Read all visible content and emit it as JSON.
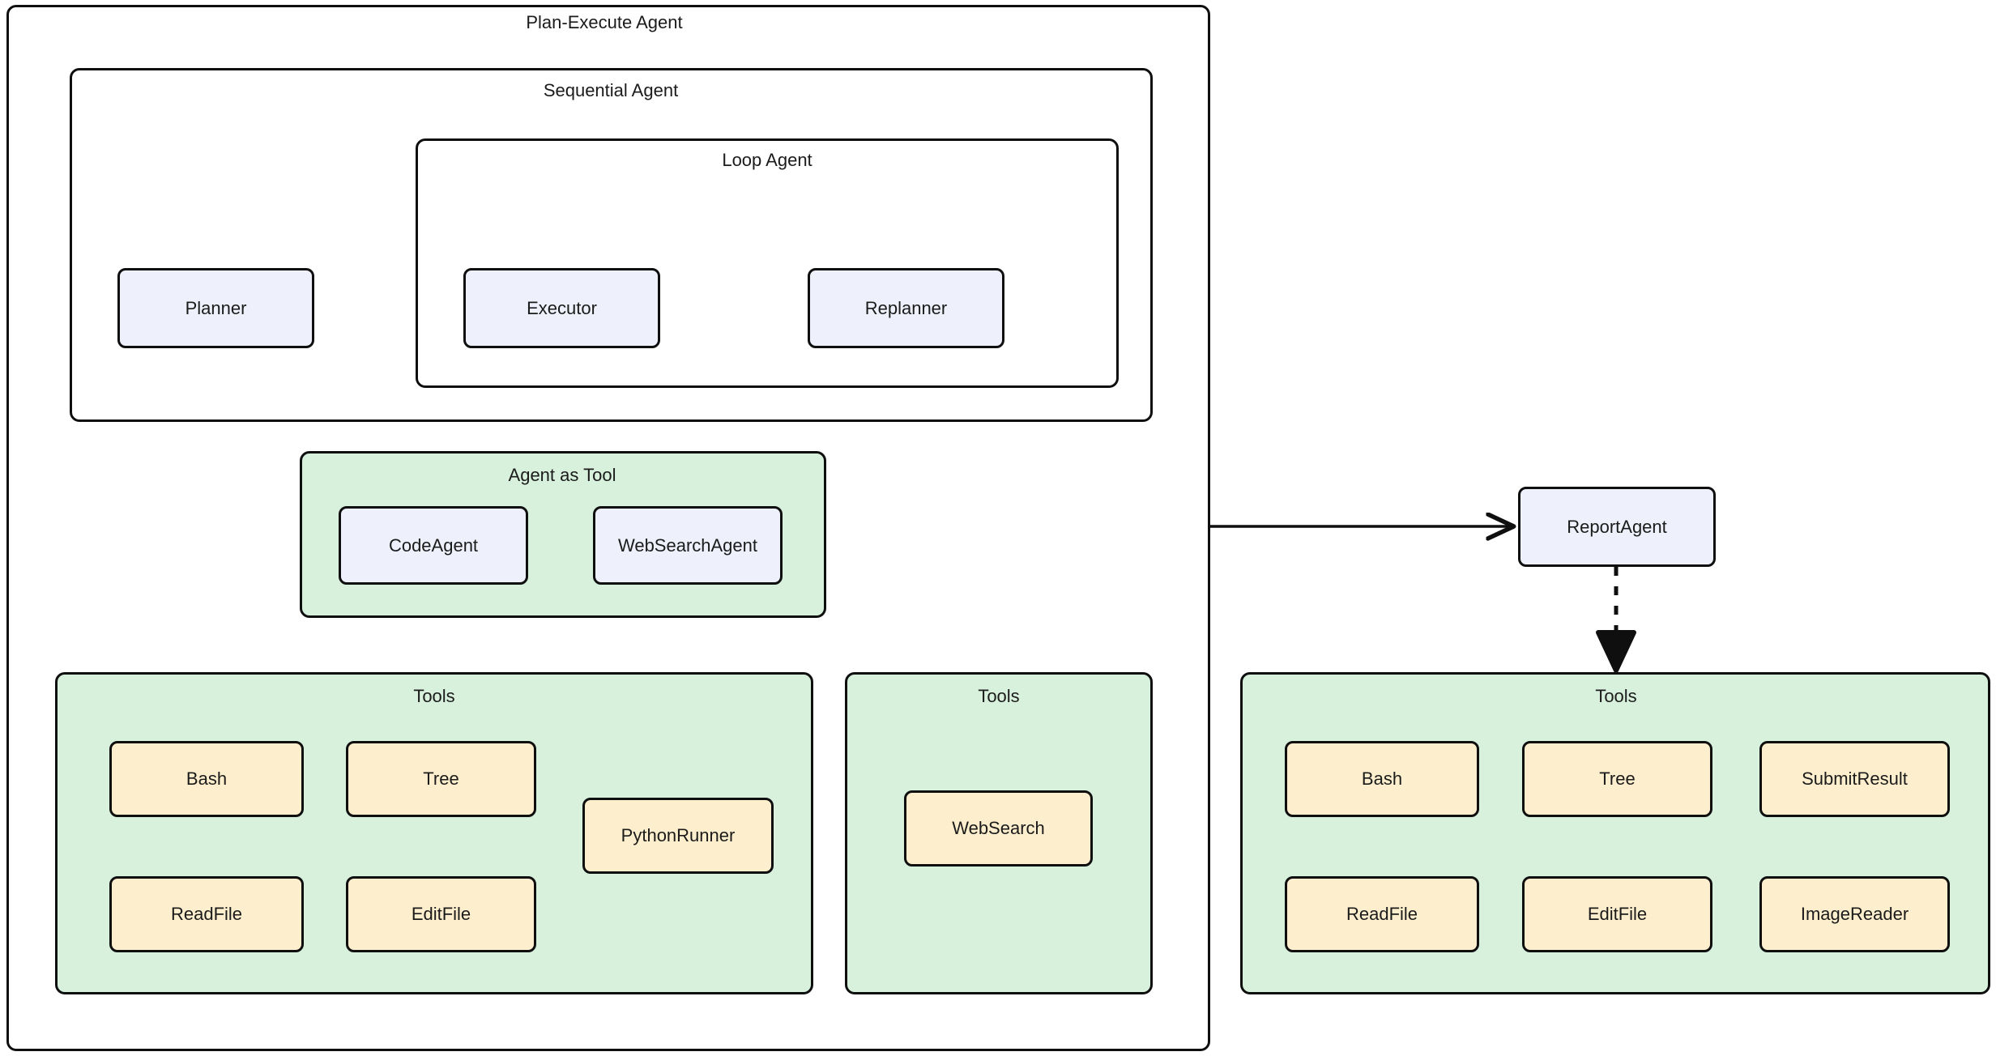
{
  "diagram": {
    "type": "flowchart",
    "background": "#ffffff",
    "palette": {
      "agent_fill": "#eef1fb",
      "group_fill": "#d8f1dd",
      "tool_fill": "#fdefcd",
      "stroke": "#0f0f0f",
      "text": "#1b1b1b"
    }
  },
  "containers": {
    "plan_execute": {
      "title": "Plan-Execute Agent"
    },
    "sequential": {
      "title": "Sequential Agent"
    },
    "loop": {
      "title": "Loop Agent"
    },
    "agent_as_tool": {
      "title": "Agent as Tool"
    },
    "tools_code": {
      "title": "Tools"
    },
    "tools_web": {
      "title": "Tools"
    },
    "tools_report": {
      "title": "Tools"
    }
  },
  "agents": {
    "planner": {
      "label": "Planner"
    },
    "executor": {
      "label": "Executor"
    },
    "replanner": {
      "label": "Replanner"
    },
    "code_agent": {
      "label": "CodeAgent"
    },
    "websearch_agent": {
      "label": "WebSearchAgent"
    },
    "report_agent": {
      "label": "ReportAgent"
    }
  },
  "tools": {
    "code": [
      {
        "label": "Bash"
      },
      {
        "label": "Tree"
      },
      {
        "label": "PythonRunner"
      },
      {
        "label": "ReadFile"
      },
      {
        "label": "EditFile"
      }
    ],
    "web": [
      {
        "label": "WebSearch"
      }
    ],
    "report": [
      {
        "label": "Bash"
      },
      {
        "label": "Tree"
      },
      {
        "label": "SubmitResult"
      },
      {
        "label": "ReadFile"
      },
      {
        "label": "EditFile"
      },
      {
        "label": "ImageReader"
      }
    ]
  },
  "edges": [
    {
      "from": "planner",
      "to": "executor",
      "style": "solid",
      "label": ""
    },
    {
      "from": "executor",
      "to": "replanner",
      "style": "solid",
      "label": ""
    },
    {
      "from": "replanner",
      "to": "executor",
      "style": "solid",
      "label": ""
    },
    {
      "from": "executor",
      "to": "agent_as_tool",
      "style": "dashed",
      "label": ""
    },
    {
      "from": "code_agent",
      "to": "tools_code",
      "style": "dashed",
      "label": ""
    },
    {
      "from": "websearch_agent",
      "to": "tools_web",
      "style": "dashed",
      "label": ""
    },
    {
      "from": "plan_execute",
      "to": "report_agent",
      "style": "solid",
      "label": ""
    },
    {
      "from": "report_agent",
      "to": "tools_report",
      "style": "dashed",
      "label": ""
    }
  ]
}
